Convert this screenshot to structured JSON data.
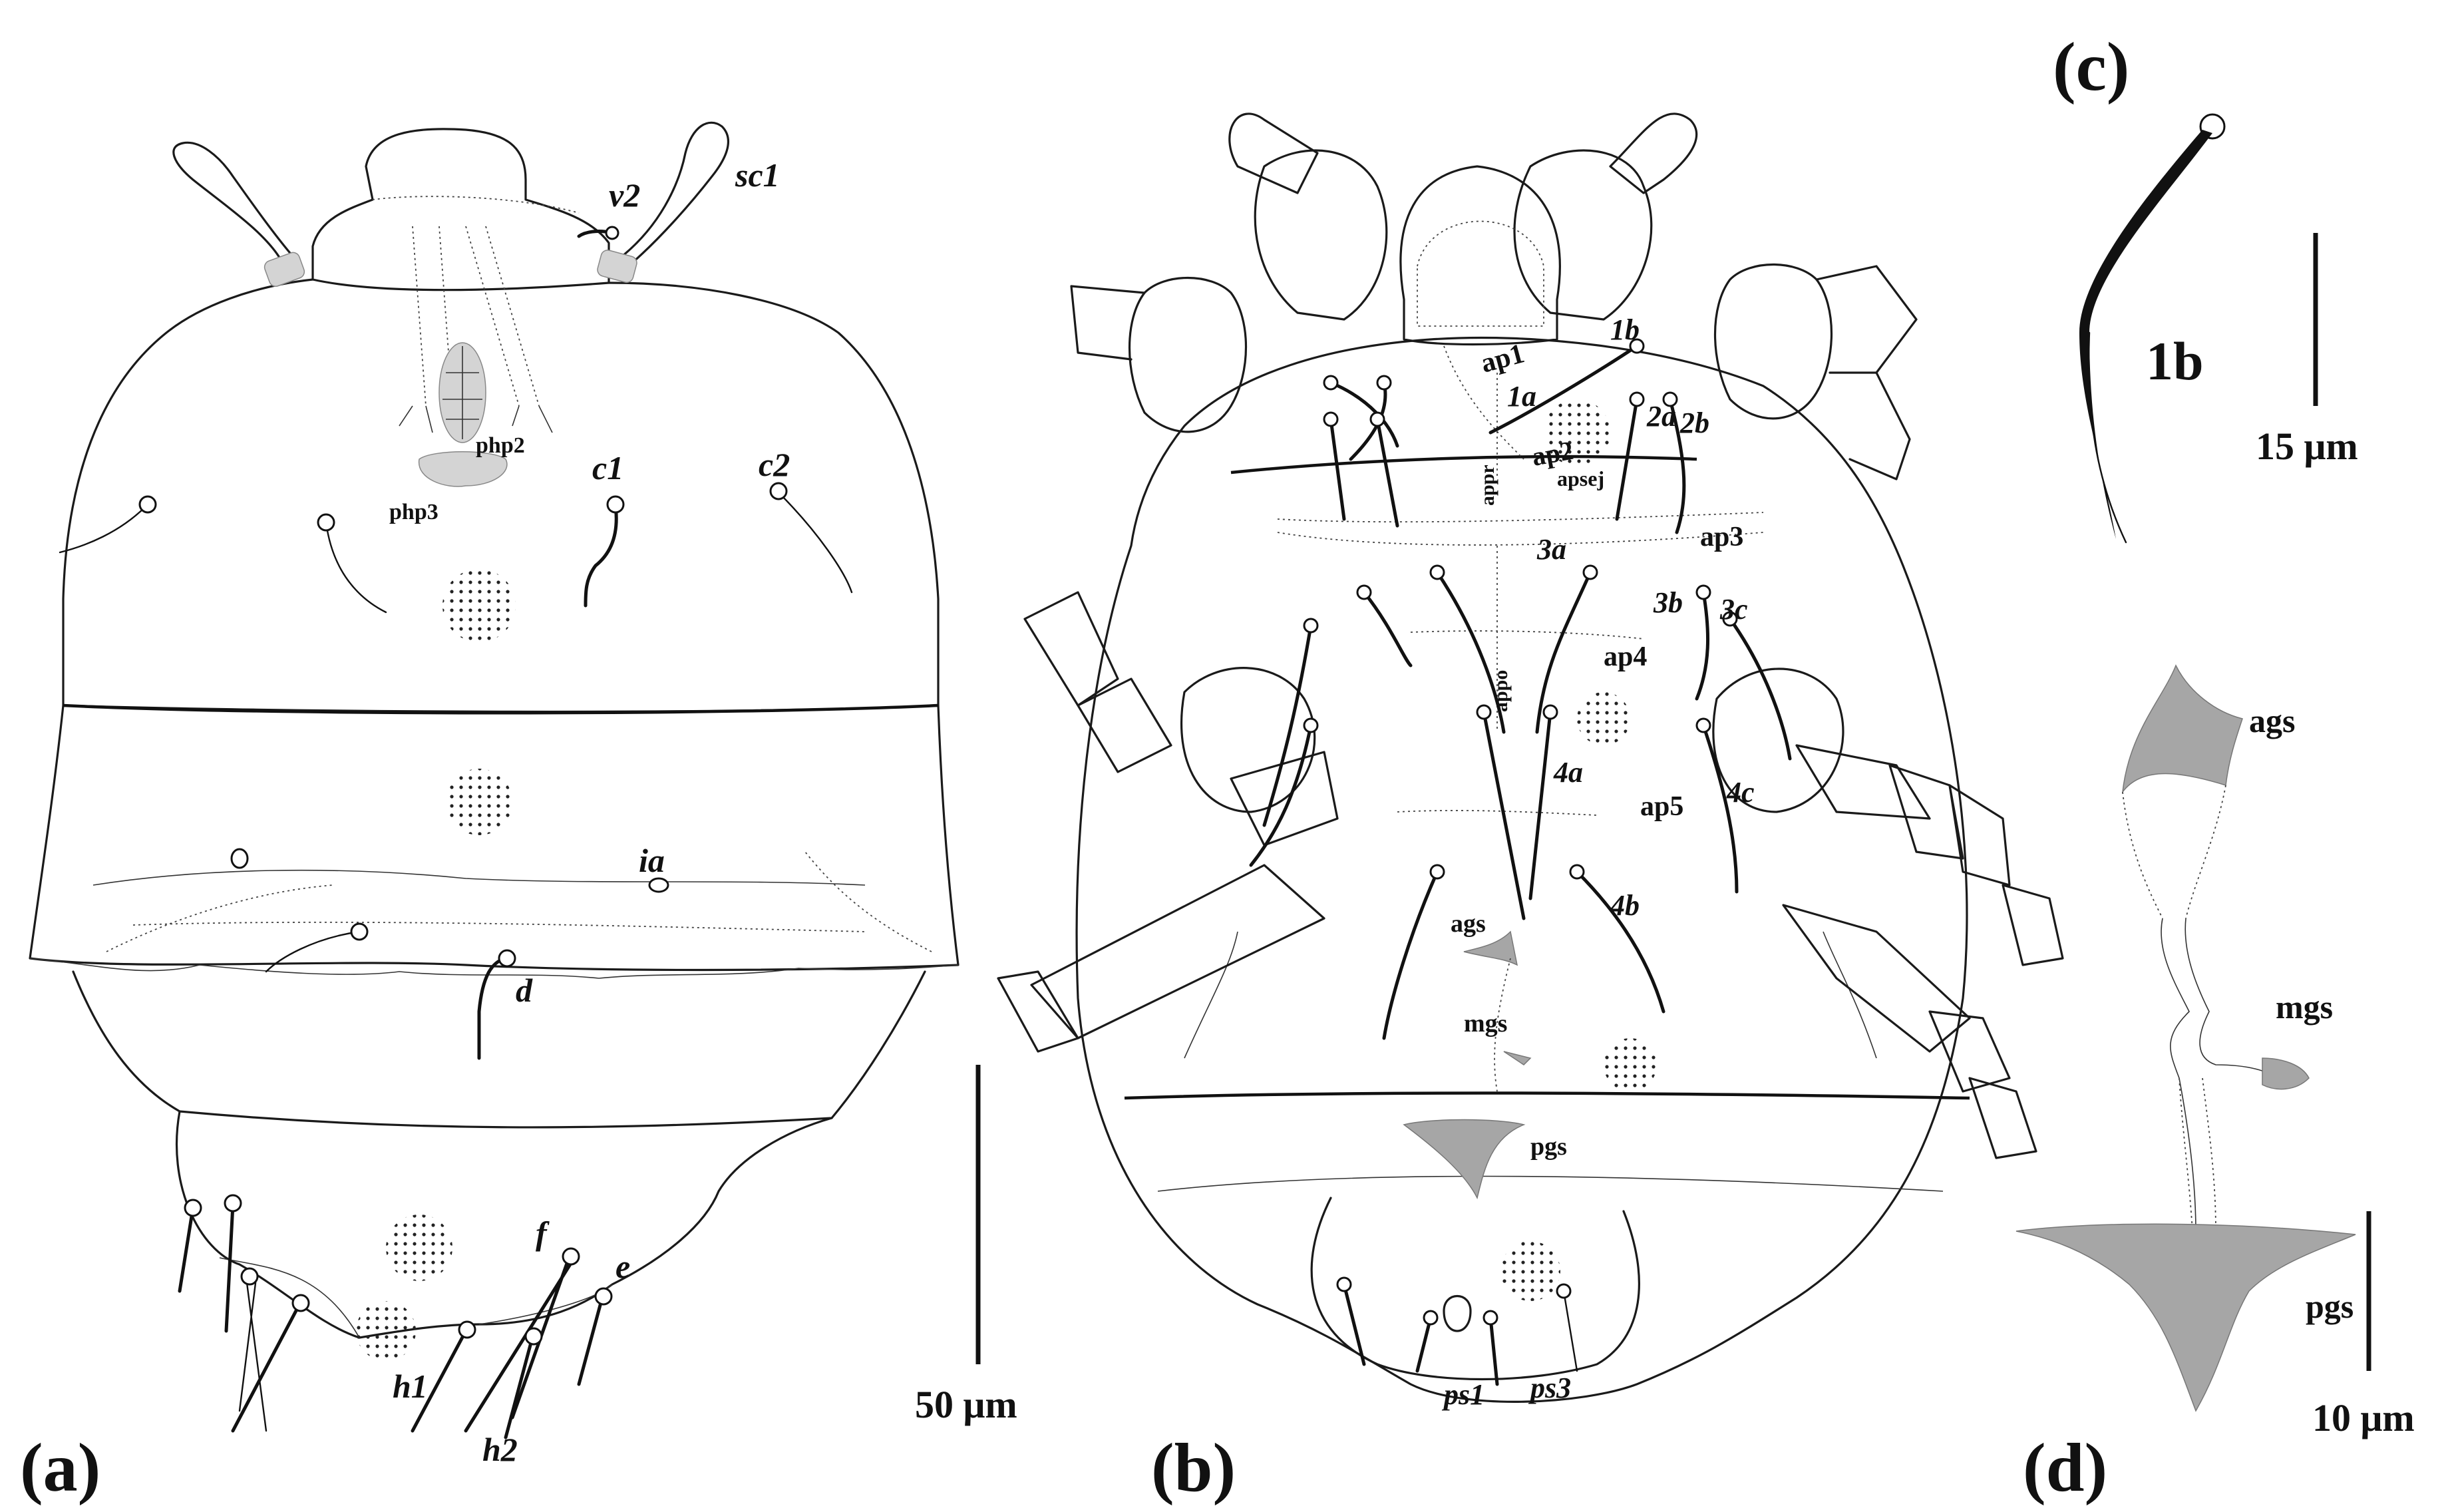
{
  "panels": {
    "a": "(a)",
    "b": "(b)",
    "c": "(c)",
    "d": "(d)"
  },
  "scale_bars": {
    "a": "50 μm",
    "c": "15 μm",
    "d": "10 μm"
  },
  "labels_a": {
    "v2": "v2",
    "sc1": "sc1",
    "php2": "php2",
    "php3": "php3",
    "c1": "c1",
    "c2": "c2",
    "ia": "ia",
    "d": "d",
    "f": "f",
    "e": "e",
    "h1": "h1",
    "h2": "h2"
  },
  "labels_b": {
    "ap1": "ap1",
    "s1a": "1a",
    "s1b": "1b",
    "s2a": "2a",
    "s2b": "2b",
    "ap2": "ap2",
    "appr": "appr",
    "apsej": "apsej",
    "s3a": "3a",
    "ap3": "ap3",
    "s3b": "3b",
    "s3c": "3c",
    "ap4": "ap4",
    "appo": "appo",
    "s4a": "4a",
    "ap5": "ap5",
    "s4c": "4c",
    "s4b": "4b",
    "ags": "ags",
    "mgs": "mgs",
    "pgs": "pgs",
    "ps1": "ps1",
    "ps3": "ps3"
  },
  "labels_c": {
    "s1b": "1b"
  },
  "labels_d": {
    "ags": "ags",
    "mgs": "mgs",
    "pgs": "pgs"
  }
}
